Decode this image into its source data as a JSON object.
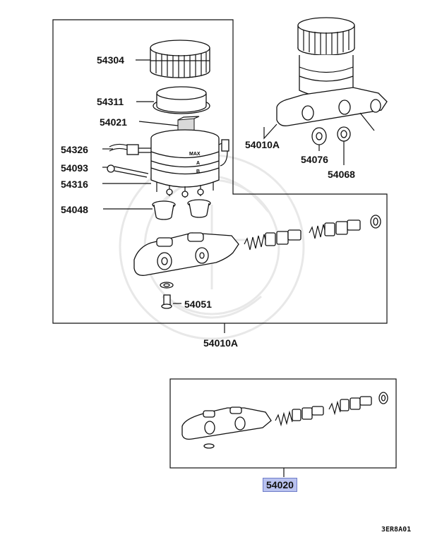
{
  "diagram": {
    "labels": {
      "p54304": "54304",
      "p54311": "54311",
      "p54021": "54021",
      "p54326": "54326",
      "p54093": "54093",
      "p54316": "54316",
      "p54048": "54048",
      "p54051": "54051",
      "p54010a_top": "54010A",
      "p54076": "54076",
      "p54068": "54068",
      "p54010a_bottom": "54010A",
      "p54020": "54020"
    },
    "marks": {
      "max": "MAX",
      "a": "A",
      "b": "B"
    },
    "drawing_code": "3ER8A01",
    "colors": {
      "line": "#111111",
      "highlight": "#b9c2ef",
      "watermark": "#e8e8e8"
    }
  }
}
